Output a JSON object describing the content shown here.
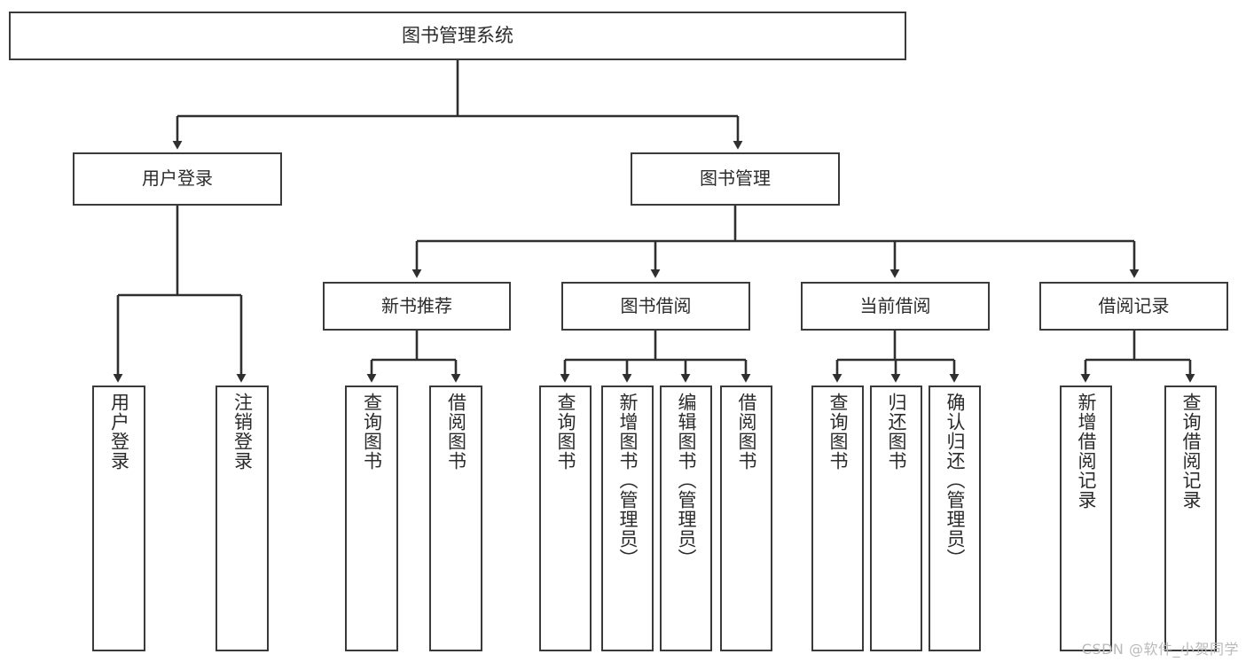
{
  "diagram": {
    "type": "tree-hierarchy",
    "title": "图书管理系统",
    "root": {
      "label": "图书管理系统"
    },
    "level2": [
      {
        "label": "用户登录"
      },
      {
        "label": "图书管理"
      }
    ],
    "level3": [
      {
        "label": "新书推荐"
      },
      {
        "label": "图书借阅"
      },
      {
        "label": "当前借阅"
      },
      {
        "label": "借阅记录"
      }
    ],
    "leaves": {
      "user_login": [
        {
          "label": "用户登录"
        },
        {
          "label": "注销登录"
        }
      ],
      "new_book_recommend": [
        {
          "label": "查询图书"
        },
        {
          "label": "借阅图书"
        }
      ],
      "book_borrow": [
        {
          "label": "查询图书"
        },
        {
          "label": "新增图书（管理员）"
        },
        {
          "label": "编辑图书（管理员）"
        },
        {
          "label": "借阅图书"
        }
      ],
      "current_borrow": [
        {
          "label": "查询图书"
        },
        {
          "label": "归还图书"
        },
        {
          "label": "确认归还（管理员）"
        }
      ],
      "borrow_record": [
        {
          "label": "新增借阅记录"
        },
        {
          "label": "查询借阅记录"
        }
      ]
    }
  },
  "watermark": {
    "text": "CSDN @软件_小贺同学"
  },
  "colors": {
    "border": "#3a3a3a",
    "text": "#2b2b2b",
    "background": "#ffffff",
    "line": "#2f2f2f",
    "watermark": "#b9b9b9"
  }
}
